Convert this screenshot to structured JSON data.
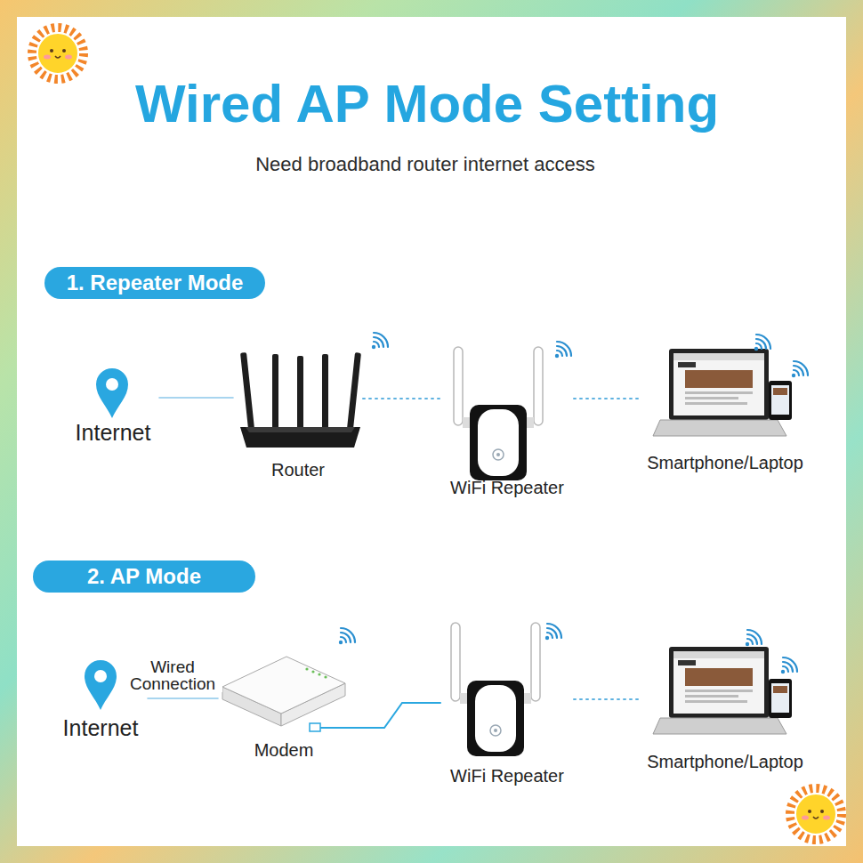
{
  "diagram": {
    "title": "Wired AP Mode Setting",
    "nodes": [
      {
        "text": [
          "1. Repeater Mode"
        ]
      },
      {
        "text": [
          "Internet"
        ]
      },
      {
        "text": [
          "Router"
        ]
      },
      {
        "text": [
          "WiFi Repeater"
        ]
      },
      {
        "text": [
          "Smartphone/Laptop"
        ]
      },
      {
        "text": [
          "2. AP Mode"
        ]
      },
      {
        "text": [
          "Internet"
        ]
      },
      {
        "text": [
          "Modem"
        ]
      },
      {
        "text": [
          "WiFi Repeater"
        ]
      },
      {
        "text": [
          "Smartphone/Laptop"
        ]
      }
    ],
    "edges": [
      {
        "from": 1,
        "to": 2,
        "arrow": "none"
      },
      {
        "from": 2,
        "to": 3,
        "arrow": "none"
      },
      {
        "from": 3,
        "to": 4,
        "arrow": "none"
      },
      {
        "from": 6,
        "to": 7,
        "arrow": "none",
        "label": "Wired Connection"
      },
      {
        "from": 7,
        "to": 8,
        "arrow": "none"
      },
      {
        "from": 8,
        "to": 9,
        "arrow": "none"
      }
    ],
    "labels": [
      "Need broadband router internet access"
    ]
  }
}
